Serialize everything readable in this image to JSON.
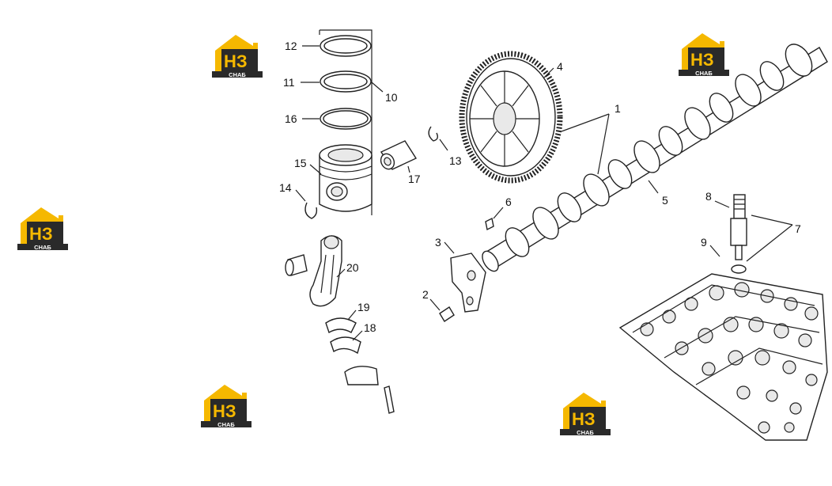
{
  "watermark": {
    "brand_letters": "НЗ",
    "brand_sub": "СНАБ",
    "colors": {
      "gold": "#F5B800",
      "dark": "#2A2A2A"
    }
  },
  "callouts": {
    "c1": "1",
    "c2": "2",
    "c3": "3",
    "c4": "4",
    "c5": "5",
    "c6": "6",
    "c7": "7",
    "c8": "8",
    "c9": "9",
    "c10": "10",
    "c11": "11",
    "c12": "12",
    "c13": "13",
    "c14": "14",
    "c15": "15",
    "c16": "16",
    "c17": "17",
    "c18": "18",
    "c19": "19",
    "c20": "20"
  }
}
